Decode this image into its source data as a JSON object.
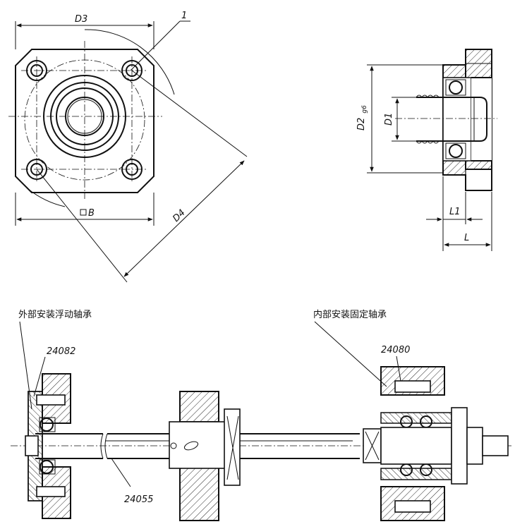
{
  "dimensions": {
    "d3": "D3",
    "d4": "D4",
    "b": "B",
    "d2": "D2",
    "d2_tolerance": "g6",
    "d1": "D1",
    "l1": "L1",
    "l": "L",
    "item_1": "1"
  },
  "callouts": {
    "floating_bearing_label": "外部安装浮动轴承",
    "fixed_bearing_label": "内部安装固定轴承",
    "part_24082": "24082",
    "part_24080": "24080",
    "part_24055": "24055"
  }
}
